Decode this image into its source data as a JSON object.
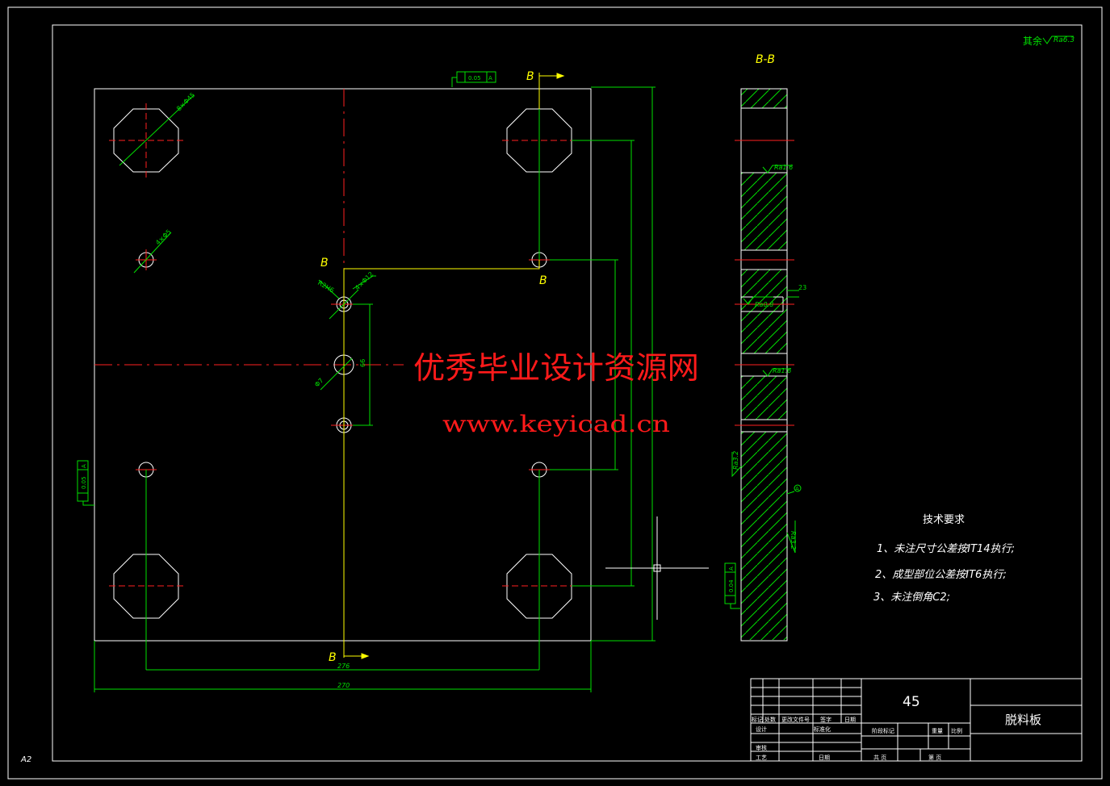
{
  "drawing": {
    "sheet_size": "A2",
    "roughness_note": "其余",
    "roughness_value": "Ra6.3",
    "section_title": "B-B",
    "section_marker": "B"
  },
  "main_view": {
    "flatness_top_value": "0.05",
    "flatness_top_datum": "A",
    "flatness_left_value": "0.05",
    "flatness_left_datum": "A",
    "hole_dim_large": "8×Φ45",
    "hole_dim_small": "4×Φ5",
    "hole_dim_center_a": "4×Φ12",
    "hole_dim_center_b": "R2H6",
    "hole_dim_center_c": "Φ7",
    "dim_vertical_inner": "66",
    "dim_width_bottom_inner": "276",
    "dim_width_bottom_outer": "270"
  },
  "section_view": {
    "ra_upper": "Ra1.6",
    "ra_mid": "Ra0.8",
    "ra_lower": "Ra1.6",
    "ra_side_left": "Ra3.2",
    "ra_side_right": "Ra3.2",
    "dim_step": "23",
    "flatness_value": "0.04",
    "flatness_datum": "A",
    "datum_marker": "A"
  },
  "tech_requirements": {
    "title": "技术要求",
    "items": [
      "1、未注尺寸公差按IT14执行;",
      "2、成型部位公差按IT6执行;",
      "3、未注倒角C2;"
    ]
  },
  "title_block": {
    "material": "45",
    "part_name": "脱料板",
    "row_labels": [
      "标记",
      "处数",
      "更改文件号",
      "签字",
      "日期"
    ],
    "designer": "设计",
    "standardize": "标准化",
    "stage_mark": "阶段标记",
    "weight": "重量",
    "scale": "比例",
    "review": "审核",
    "process": "工艺",
    "approve": "日期",
    "sheets_total": "共  页",
    "sheet_no": "第  页"
  },
  "watermark": {
    "text_cn": "优秀毕业设计资源网",
    "text_url": "www.keyicad.cn"
  },
  "colors": {
    "background": "#000000",
    "outline": "#ffffff",
    "dimension": "#00e000",
    "centerline": "#ff2020",
    "section_mark": "#ffff00",
    "watermark": "#ff1a1a"
  }
}
